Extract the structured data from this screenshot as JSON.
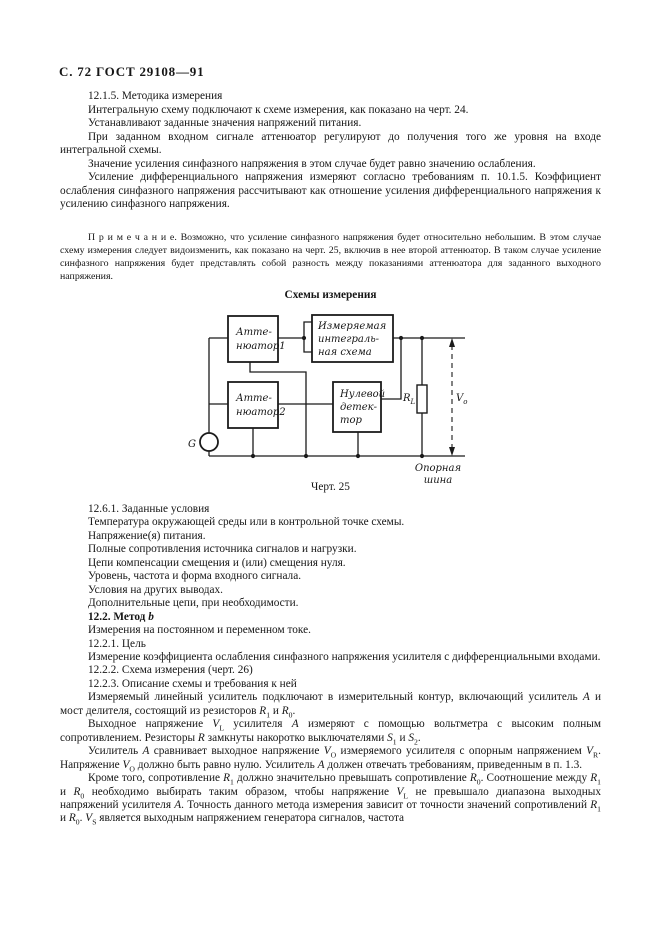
{
  "header": {
    "page_label": "С. 72 ГОСТ 29108—91"
  },
  "section_method_a": {
    "p_method_title": "12.1.5. Методика измерения",
    "p_connect": "Интегральную схему подключают к схеме измерения, как показано на черт. 24.",
    "p_set": "Устанавливают заданные значения напряжений питания.",
    "p_signal": "При заданном входном сигнале аттенюатор регулируют до получения того же уровня на входе интегральной схемы.",
    "p_gain": "Значение усиления синфазного напряжения в этом случае будет равно значению ослабления.",
    "p_diff": "Усиление дифференциального напряжения измеряют согласно требованиям п. 10.1.5. Коэффициент ослабления синфазного напряжения рассчитывают как отношение усиления дифференциального напряжения к усилению синфазного напряжения.",
    "note": "П р и м е ч а н и е.  Возможно, что усиление синфазного напряжения будет относительно небольшим. В этом случае схему измерения следует видоизменить, как показано на черт. 25, включив в нее второй аттенюатор. В таком случае усиление синфазного напряжения будет представлять собой разность между показаниями аттенюатора для заданного выходного напряжения."
  },
  "figure": {
    "title": "Схемы измерения",
    "caption": "Черт. 25",
    "attenuator1": {
      "line1": "Атте-",
      "line2": "нюатор1"
    },
    "ic": {
      "line1": "Измеряемая",
      "line2": "интеграль-",
      "line3": "ная схема"
    },
    "attenuator2": {
      "line1": "Атте-",
      "line2": "нюатор2"
    },
    "detector": {
      "line1": "Нулевой",
      "line2": "детек-",
      "line3": "тор"
    },
    "generator_label": "G",
    "load_resistor": {
      "base": "R",
      "sub": "L"
    },
    "output_voltage": {
      "base": "V",
      "sub": "o"
    },
    "bus_label": {
      "line1": "Опорная",
      "line2": "шина"
    }
  },
  "section_conditions": {
    "p_title": "12.6.1. Заданные условия",
    "items": [
      "Температура окружающей среды или в контрольной точке схемы.",
      "Напряжение(я) питания.",
      "Полные сопротивления источника сигналов и нагрузки.",
      "Цепи компенсации смещения и (или) смещения нуля.",
      "Уровень, частота и форма входного сигнала.",
      "Условия на других выводах.",
      "Дополнительные цепи, при необходимости."
    ]
  },
  "section_method_b": {
    "p_title": "12.2. Метод *b*",
    "p_meas": "Измерения на постоянном и переменном токе.",
    "p_goal_title": "12.2.1. Цель",
    "p_goal": "Измерение коэффициента ослабления синфазного напряжения усилителя с дифференциальными входами.",
    "p_scheme": "12.2.2. Схема измерения (черт. 26)",
    "p_desc_title": "12.2.3. Описание схемы и требования к ней",
    "p_desc1": "Измеряемый линейный усилитель подключают в измерительный контур, включающий усилитель *А* и мост делителя, состоящий из резисторов *R*_1_ и *R*_0_.",
    "p_desc2": "Выходное напряжение *V*_L_ усилителя *А* измеряют с помощью вольтметра с высоким полным сопротивлением. Резисторы *R* замкнуты накоротко выключателями *S*_1_ и *S*_2_.",
    "p_desc3": "Усилитель *А* сравнивает выходное напряжение *V*_O_ измеряемого усилителя с опорным напряжением *V*_R_. Напряжение *V*_O_ должно быть равно нулю. Усилитель *А* должен отвечать требованиям, приведенным в п. 1.3.",
    "p_desc4": "Кроме того, сопротивление *R*_1_ должно значительно превышать сопротивление *R*_0_. Соотношение между *R*_1_ и *R*_0_ необходимо выбирать таким образом, чтобы напряжение *V*_L_ не превышало диапазона выходных напряжений усилителя *А*. Точность данного метода измерения зависит от точности значений сопротивлений *R*_1_ и *R*_0_. *V*_S_ является выходным напряжением генератора сигналов, частота"
  }
}
